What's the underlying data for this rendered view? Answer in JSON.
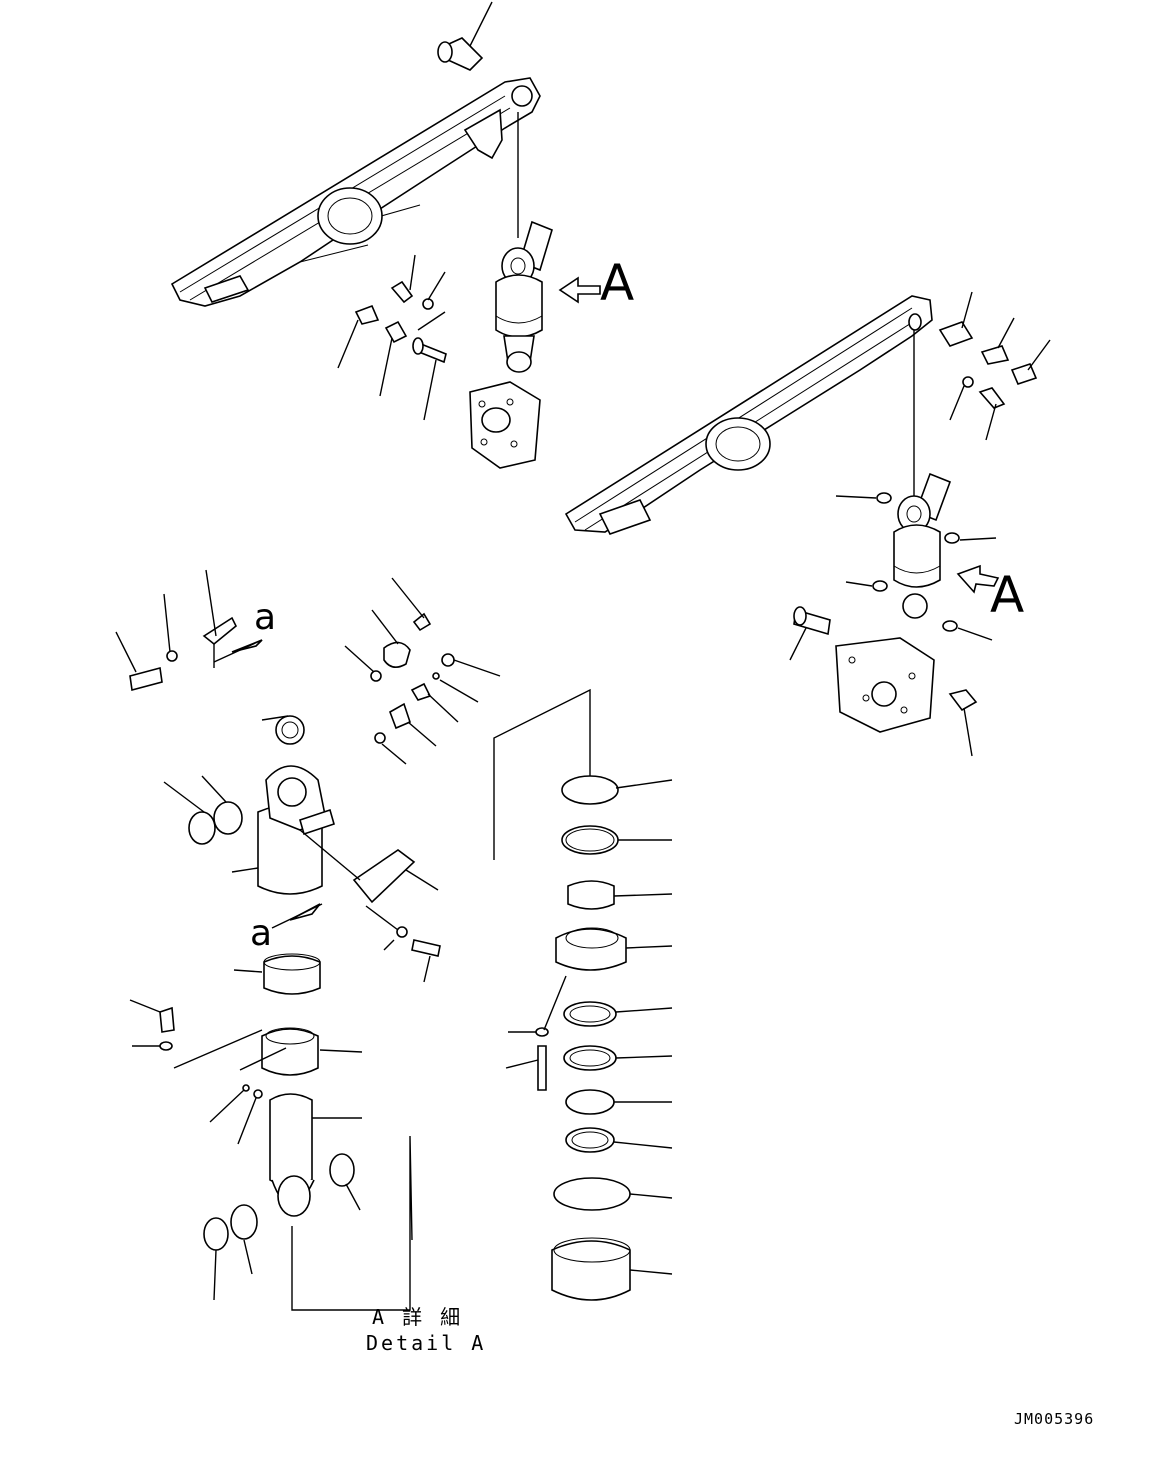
{
  "view_labels": {
    "view_a_upper": "A",
    "view_a_right": "A",
    "detail_a_upper": "a",
    "detail_a_lower": "a"
  },
  "detail_caption": {
    "line1": "A 詳 細",
    "line2": "Detail A"
  },
  "drawing_code": "JM005396",
  "colors": {
    "line": "#000000",
    "background": "#ffffff"
  }
}
